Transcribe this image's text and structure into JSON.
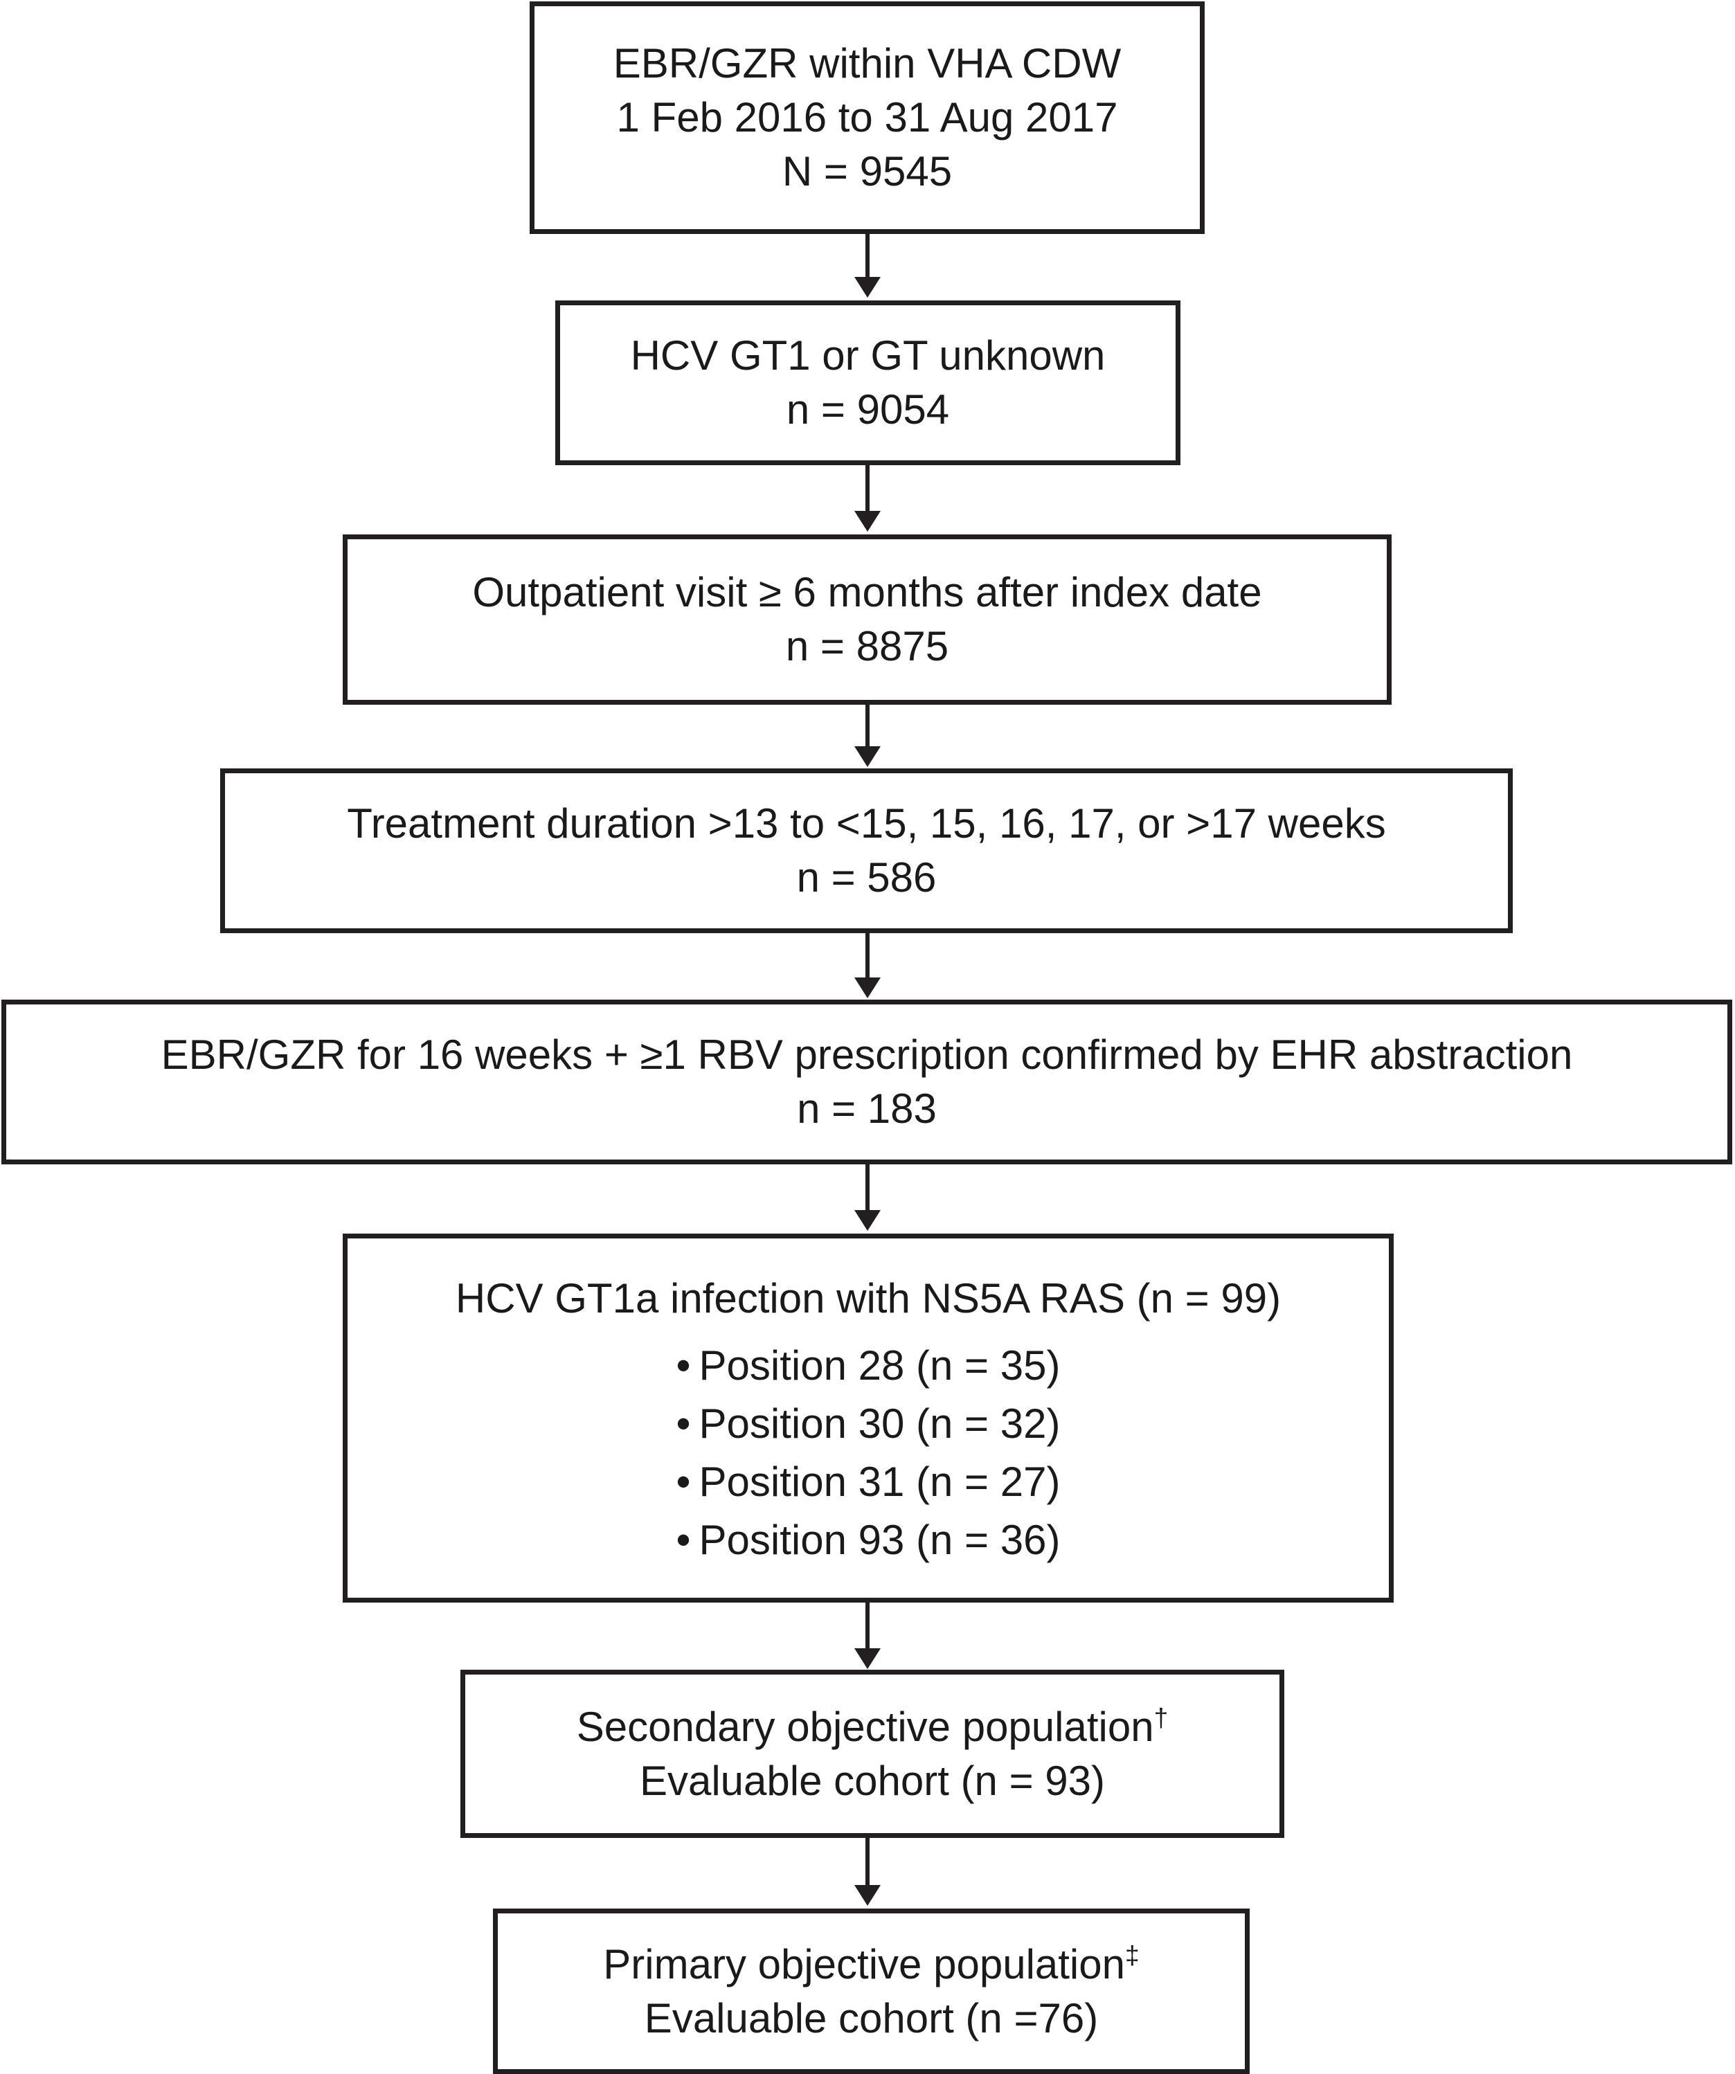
{
  "diagram": {
    "type": "flowchart",
    "title": "Patient cohort selection flow",
    "orientation": "vertical",
    "accent_color": "#231f20",
    "background_color": "#ffffff",
    "nodes": [
      {
        "id": "cohort-source",
        "lines": [
          "EBR/GZR within VHA CDW",
          "1 Feb 2016 to 31 Aug 2017",
          "N = 9545"
        ]
      },
      {
        "id": "genotype-filter",
        "lines": [
          "HCV GT1 or GT unknown",
          "n = 9054"
        ]
      },
      {
        "id": "outpatient-visit-filter",
        "lines": [
          "Outpatient visit ≥ 6 months after index date",
          "n = 8875"
        ]
      },
      {
        "id": "treatment-duration-filter",
        "lines": [
          "Treatment duration >13 to <15, 15, 16, 17, or >17 weeks",
          "n = 586"
        ]
      },
      {
        "id": "rbv-confirmation-filter",
        "lines": [
          "EBR/GZR for 16 weeks + ≥1 RBV prescription confirmed by EHR abstraction",
          "n = 183"
        ]
      },
      {
        "id": "ns5a-ras-breakdown",
        "headline": "HCV GT1a infection with NS5A RAS (n = 99)",
        "bullets": [
          "Position 28 (n = 35)",
          "Position 30 (n = 32)",
          "Position 31 (n = 27)",
          "Position 93 (n = 36)"
        ]
      },
      {
        "id": "secondary-objective-population",
        "lines_rich": [
          {
            "text": "Secondary objective population",
            "sup": "†"
          },
          {
            "text": "Evaluable cohort (n = 93)",
            "sup": ""
          }
        ]
      },
      {
        "id": "primary-objective-population",
        "lines_rich": [
          {
            "text": "Primary objective population",
            "sup": "‡"
          },
          {
            "text": "Evaluable cohort (n =76)",
            "sup": ""
          }
        ]
      }
    ],
    "connectors": [
      {
        "from": "cohort-source",
        "to": "genotype-filter"
      },
      {
        "from": "genotype-filter",
        "to": "outpatient-visit-filter"
      },
      {
        "from": "outpatient-visit-filter",
        "to": "treatment-duration-filter"
      },
      {
        "from": "treatment-duration-filter",
        "to": "rbv-confirmation-filter"
      },
      {
        "from": "rbv-confirmation-filter",
        "to": "ns5a-ras-breakdown"
      },
      {
        "from": "ns5a-ras-breakdown",
        "to": "secondary-objective-population"
      },
      {
        "from": "secondary-objective-population",
        "to": "primary-objective-population"
      }
    ]
  }
}
